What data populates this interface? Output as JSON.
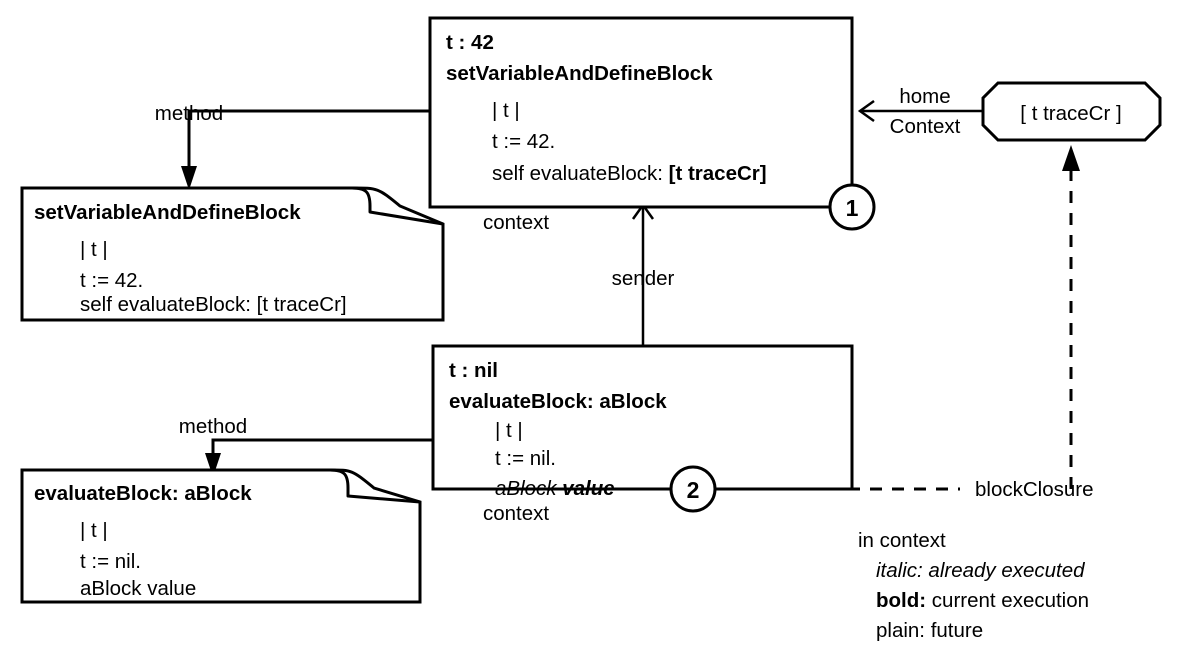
{
  "diagram": {
    "title": "Smalltalk block closure context diagram",
    "context_boxes": [
      {
        "id": "context-1",
        "receiver_line": "t : 42",
        "selector_line": "setVariableAndDefineBlock",
        "body_lines": [
          {
            "text": "| t |",
            "style": "plain"
          },
          {
            "text": "t := 42.",
            "style": "plain"
          },
          {
            "text": "self evaluateBlock: ",
            "style": "plain",
            "bold_suffix": "[t traceCr]"
          }
        ],
        "marker": "1",
        "caption": "context"
      },
      {
        "id": "context-2",
        "receiver_line": "t : nil",
        "selector_line": "evaluateBlock: aBlock",
        "body_lines": [
          {
            "text": "| t |",
            "style": "plain"
          },
          {
            "text": "t := nil.",
            "style": "plain"
          },
          {
            "text": "aBlock ",
            "style": "italic",
            "bolditalic_suffix": "value"
          }
        ],
        "marker": "2",
        "caption": "context"
      }
    ],
    "method_boxes": [
      {
        "id": "method-1",
        "selector_line": "setVariableAndDefineBlock",
        "body_lines": [
          "| t |",
          "t := 42.",
          "self evaluateBlock: [t traceCr]"
        ]
      },
      {
        "id": "method-2",
        "selector_line": "evaluateBlock: aBlock",
        "body_lines": [
          "| t |",
          "t := nil.",
          "aBlock value"
        ]
      }
    ],
    "block_closure": {
      "id": "block-closure",
      "label": "[ t traceCr ]"
    },
    "edge_labels": {
      "method_top": "method",
      "method_bottom": "method",
      "sender": "sender",
      "home_context_line1": "home",
      "home_context_line2": "Context",
      "block_closure_ref": "blockClosure"
    },
    "legend": {
      "heading": "in context",
      "items": [
        {
          "term": "italic:",
          "term_style": "italic",
          "desc": " already executed",
          "desc_style": "italic"
        },
        {
          "term": "bold:",
          "term_style": "bold",
          "desc": " current execution",
          "desc_style": "plain"
        },
        {
          "term": "plain:",
          "term_style": "plain",
          "desc": " future",
          "desc_style": "plain"
        }
      ]
    },
    "colors": {
      "stroke": "#000000",
      "background": "#ffffff",
      "text": "#000000"
    }
  }
}
